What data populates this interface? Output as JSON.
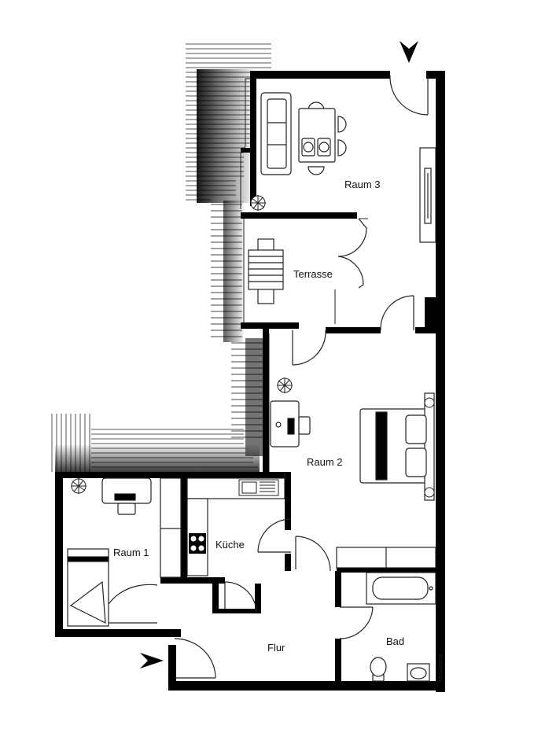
{
  "rooms": {
    "raum3": "Raum 3",
    "terrasse": "Terrasse",
    "raum2": "Raum 2",
    "raum1": "Raum 1",
    "kueche": "Küche",
    "flur": "Flur",
    "bad": "Bad"
  },
  "credit": "MeGrundriss",
  "colors": {
    "wall": "#000000",
    "line": "#222222",
    "fill": "#ffffff"
  },
  "icons": [
    "entrance-arrow-icon",
    "plant-icon",
    "sofa-icon",
    "dining-table-icon",
    "bed-icon",
    "desk-icon",
    "stove-icon",
    "sink-icon",
    "bathtub-icon",
    "toilet-icon",
    "washbasin-icon"
  ]
}
